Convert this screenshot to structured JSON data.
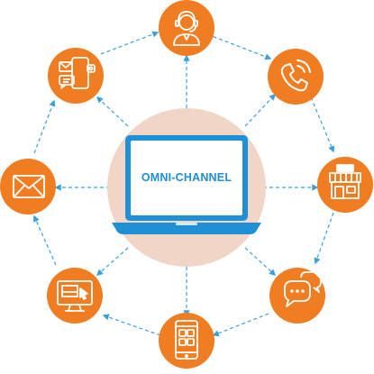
{
  "center": {
    "label": "OMNI-CHANNEL",
    "device_icon": "laptop-icon"
  },
  "channels": [
    {
      "id": "agent",
      "icon": "customer-agent-icon"
    },
    {
      "id": "phone",
      "icon": "phone-call-icon"
    },
    {
      "id": "store",
      "icon": "storefront-icon"
    },
    {
      "id": "chat",
      "icon": "chat-bubbles-icon"
    },
    {
      "id": "mobile-app",
      "icon": "mobile-app-icon"
    },
    {
      "id": "web",
      "icon": "web-desktop-icon"
    },
    {
      "id": "email",
      "icon": "email-envelope-icon"
    },
    {
      "id": "social-messaging",
      "icon": "mobile-messaging-icon"
    }
  ],
  "colors": {
    "accent_orange": "#f07d22",
    "hub_fill": "#f1d6c8",
    "screen_blue": "#1f8fd6",
    "link_blue": "#3aa0dc",
    "icon_white": "#ffffff"
  }
}
